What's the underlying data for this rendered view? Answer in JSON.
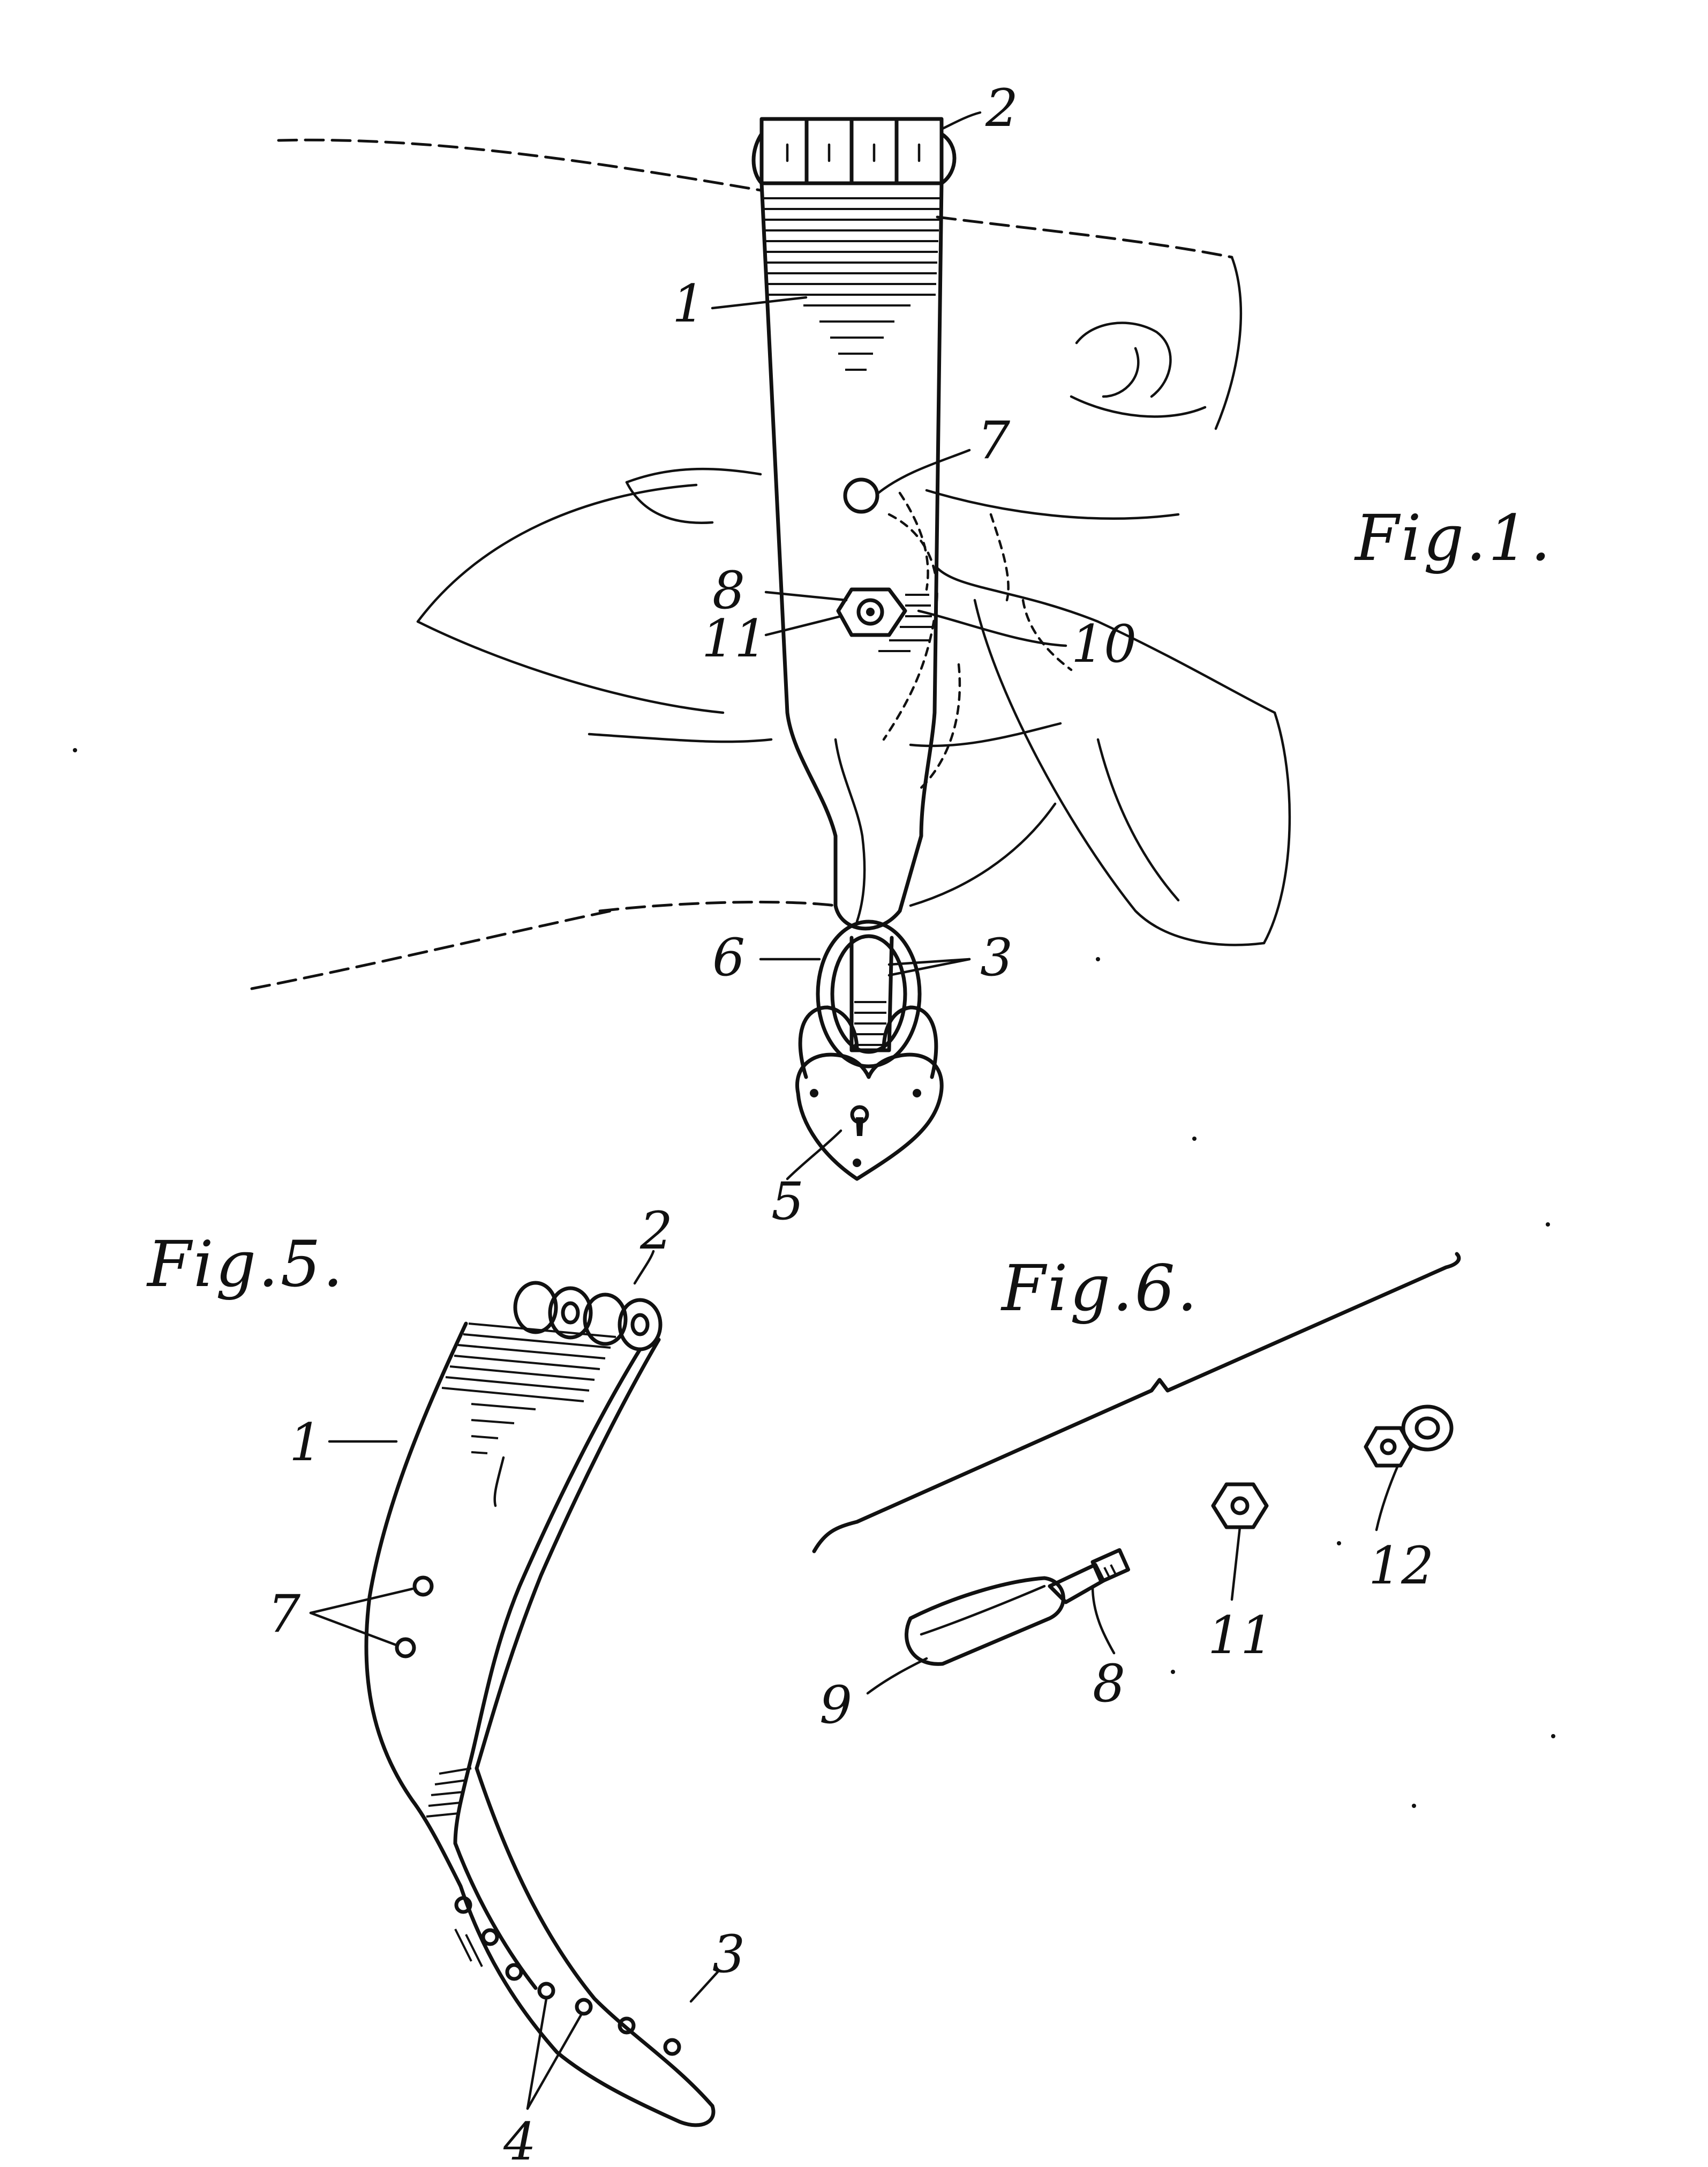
{
  "figures": {
    "fig1": "Fig.1.",
    "fig5": "Fig.5.",
    "fig6": "Fig.6."
  },
  "fig1_labels": {
    "r1": "1",
    "r2": "2",
    "r3": "3",
    "r5": "5",
    "r6": "6",
    "r7": "7",
    "r8": "8",
    "r10": "10",
    "r11": "11"
  },
  "fig5_labels": {
    "r1": "1",
    "r2": "2",
    "r3": "3",
    "r4": "4",
    "r7": "7"
  },
  "fig6_labels": {
    "r8": "8",
    "r9": "9",
    "r11": "11",
    "r12": "12"
  }
}
